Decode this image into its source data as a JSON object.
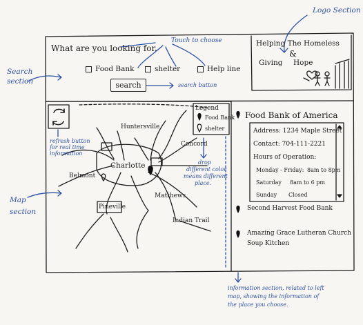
{
  "annotations": {
    "logo_section": "Logo Section",
    "search_section_line1": "Search",
    "search_section_line2": "section",
    "touch_to_choose": "Touch to choose",
    "search_button_note": "search button",
    "refresh_note_1": "refresh button",
    "refresh_note_2": "for real time",
    "refresh_note_3": "information",
    "legend_note_1": "drop",
    "legend_note_2": "different color",
    "legend_note_3": "means different",
    "legend_note_4": "place.",
    "map_section_line1": "Map",
    "map_section_line2": "section",
    "info_note_1": "information section, related to left",
    "info_note_2": "map, showing the information of",
    "info_note_3": "the place you choose."
  },
  "search": {
    "prompt": "What are you looking for.",
    "options": [
      {
        "label": "Food Bank"
      },
      {
        "label": "shelter"
      },
      {
        "label": "Help line"
      }
    ],
    "button_label": "search"
  },
  "logo": {
    "line1": "Helping The Homeless",
    "amp": "&",
    "line2_left": "Giving",
    "line2_right": "Hope"
  },
  "map": {
    "places": {
      "huntersville": "Huntersville",
      "concord": "Concord",
      "charlotte": "Charlotte",
      "belmont": "Belmont",
      "matthews": "Matthews",
      "pineville": "Pineville",
      "indian_trail": "Indian Trail"
    },
    "legend": {
      "title": "Legend",
      "item1": "Food Bank",
      "item2": "shelter"
    }
  },
  "info": {
    "title": "Food Bank of America",
    "address": "Address: 1234 Maple Street",
    "contact": "Contact: 704-111-2221",
    "hours_title": "Hours of Operation:",
    "hours": [
      {
        "days": "Monday - Friday:",
        "time": "8am to 8pm"
      },
      {
        "days": "Saturday",
        "time": "8am to 6 pm"
      },
      {
        "days": "Sunday",
        "time": "Closed"
      }
    ],
    "list": [
      {
        "name": "Second Harvest Food Bank"
      },
      {
        "name_line1": "Amazing Grace Lutheran Church",
        "name_line2": "Soup Kitchen"
      }
    ]
  }
}
